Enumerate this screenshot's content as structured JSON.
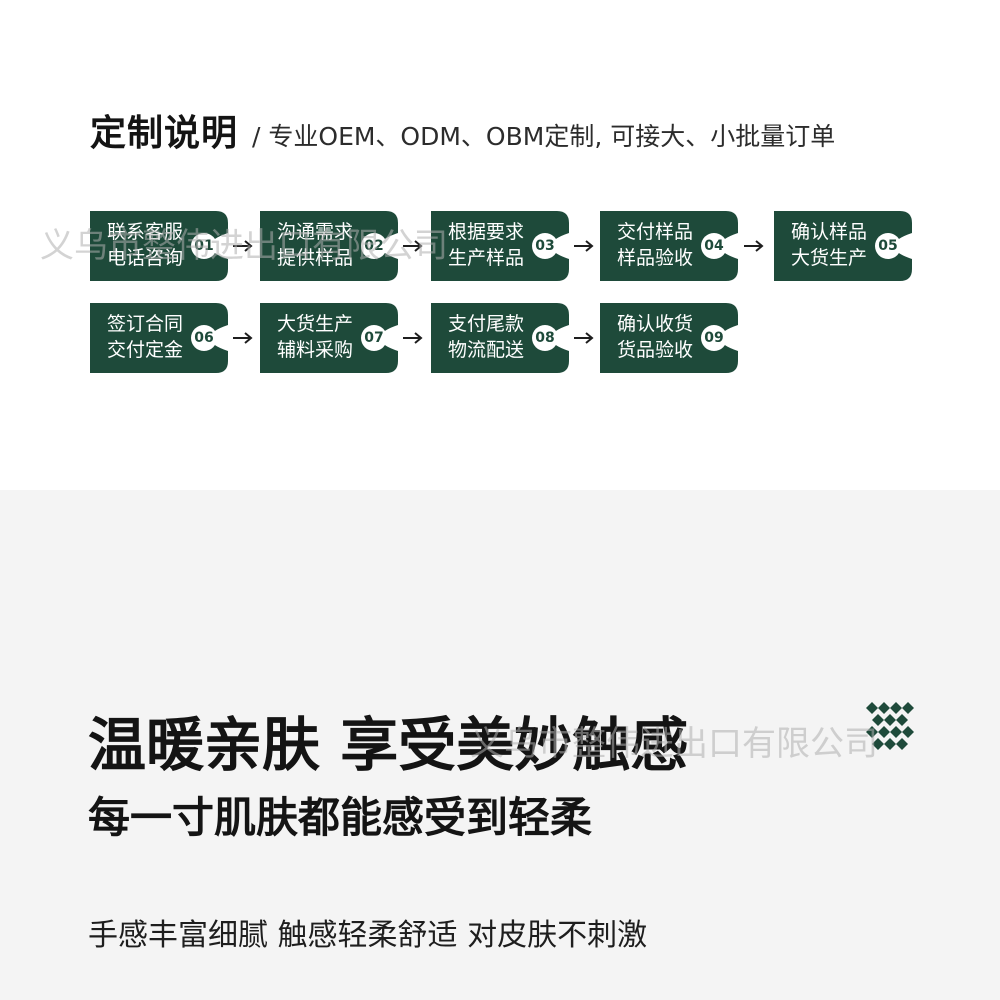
{
  "header": {
    "title": "定制说明",
    "subtitle": "/ 专业OEM、ODM、OBM定制, 可接大、小批量订单"
  },
  "steps": [
    {
      "line1": "联系客服",
      "line2": "电话咨询",
      "num": "01"
    },
    {
      "line1": "沟通需求",
      "line2": "提供样品",
      "num": "02"
    },
    {
      "line1": "根据要求",
      "line2": "生产样品",
      "num": "03"
    },
    {
      "line1": "交付样品",
      "line2": "样品验收",
      "num": "04"
    },
    {
      "line1": "确认样品",
      "line2": "大货生产",
      "num": "05"
    },
    {
      "line1": "签订合同",
      "line2": "交付定金",
      "num": "06"
    },
    {
      "line1": "大货生产",
      "line2": "辅料采购",
      "num": "07"
    },
    {
      "line1": "支付尾款",
      "line2": "物流配送",
      "num": "08"
    },
    {
      "line1": "确认收货",
      "line2": "货品验收",
      "num": "09"
    }
  ],
  "watermark": {
    "top": "义乌市整伟进出口有限公司",
    "bottom": "义乌市整伟进出口有限公司"
  },
  "hero": {
    "headline": "温暖亲肤 享受美妙触感",
    "subheadline": "每一寸肌肤都能感受到轻柔",
    "feature": "手感丰富细腻 触感轻柔舒适 对皮肤不刺激"
  },
  "colors": {
    "accent": "#1e4a3a",
    "text": "#141414",
    "background_top": "#ffffff",
    "background_bottom": "#f4f4f4"
  },
  "icons": {
    "arrow": "arrow-right-icon",
    "pattern": "diamond-pattern-icon"
  }
}
